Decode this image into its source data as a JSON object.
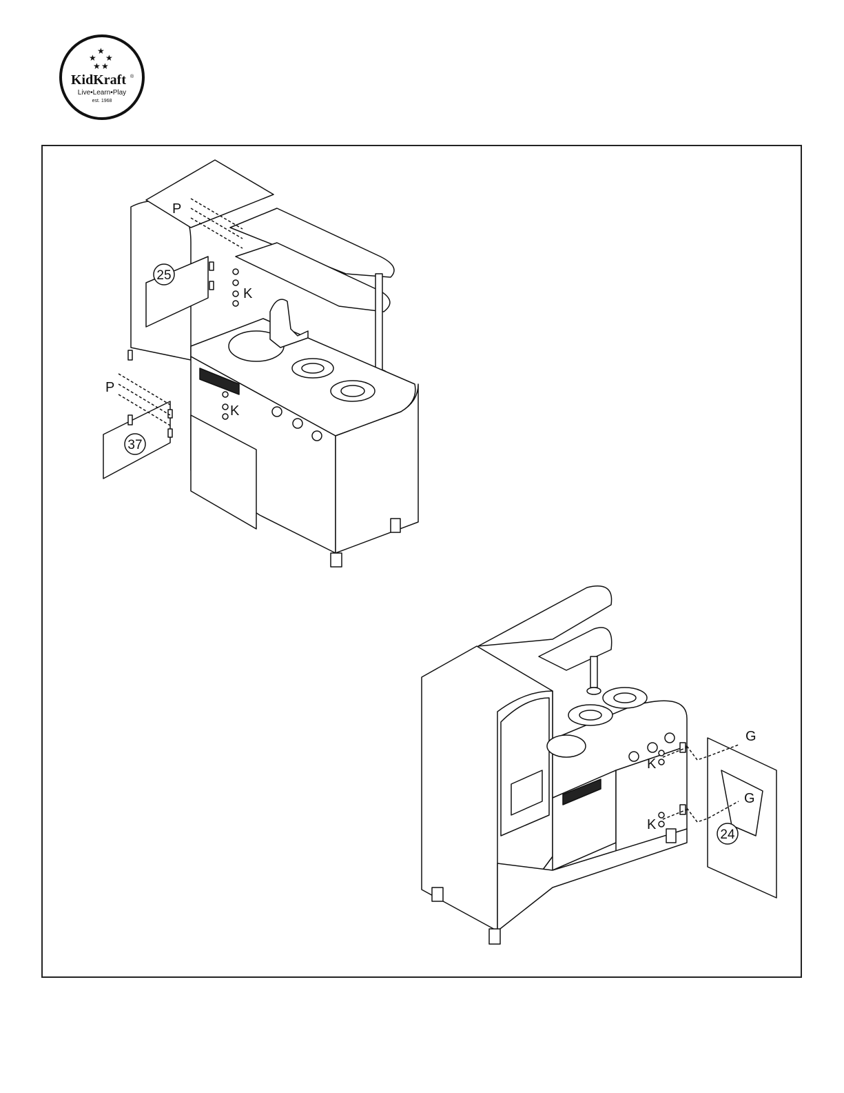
{
  "logo": {
    "brand": "KidKraft",
    "registered": "®",
    "tagline": "Live•Learn•Play",
    "established": "est. 1968"
  },
  "figure_1": {
    "part_number_upper": "25",
    "part_number_lower": "37",
    "hardware_screw_upper": "P",
    "hardware_screw_lower": "P",
    "hardware_nut_upper": "K",
    "hardware_nut_lower": "K"
  },
  "figure_2": {
    "part_number": "24",
    "hardware_screw_upper": "G",
    "hardware_screw_lower": "G",
    "hardware_nut_upper": "K",
    "hardware_nut_lower": "K"
  }
}
